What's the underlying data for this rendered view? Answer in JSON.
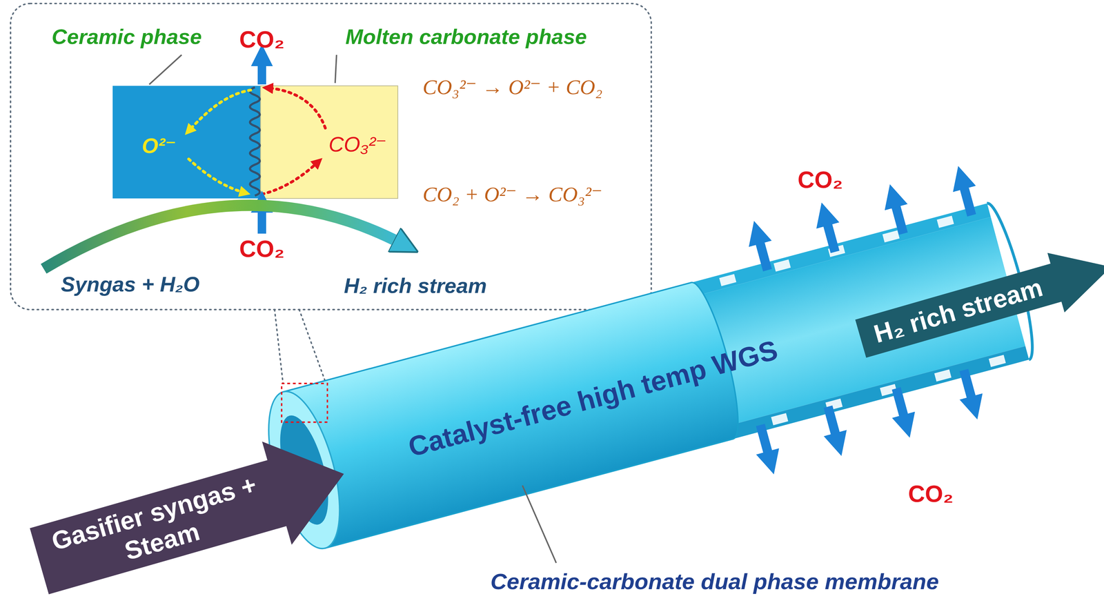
{
  "diagram": {
    "nodes": [
      {
        "text": [
          "Ceramic phase",
          "O²⁻"
        ]
      },
      {
        "text": [
          "Molten carbonate phase",
          "CO₃²⁻"
        ]
      },
      {
        "text": [
          "Gasifier syngas + Steam"
        ]
      },
      {
        "text": [
          "H₂ rich stream"
        ]
      }
    ],
    "labels": [
      "CO₂",
      "CO₃²⁻ → O²⁻ + CO₂",
      "CO₂ + O²⁻ → CO₃²⁻",
      "CO₂",
      "Syngas + H₂O",
      "H₂ rich stream",
      "Catalyst-free high temp WGS",
      "CO₂",
      "CO₂",
      "Ceramic-carbonate dual phase membrane"
    ]
  }
}
